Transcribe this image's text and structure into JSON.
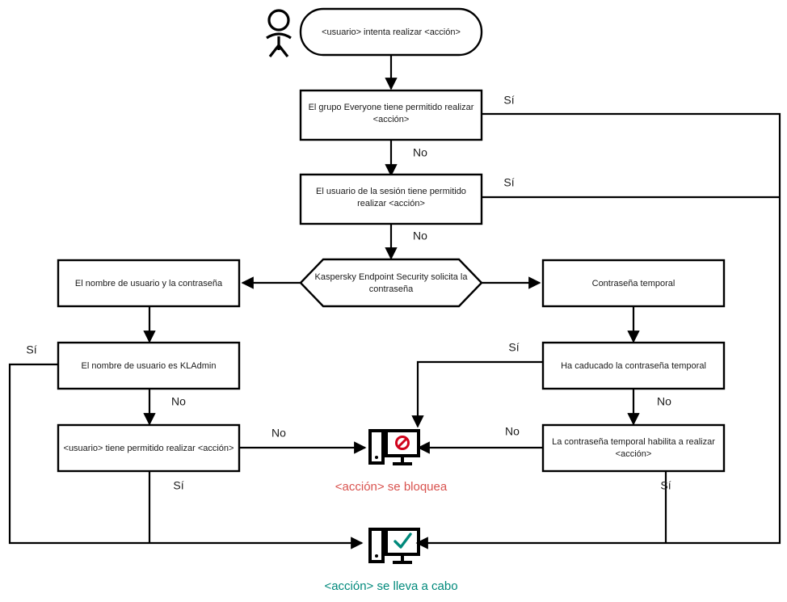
{
  "diagram": {
    "title": "Flujo de comprobacion de permisos y contrasena de Kaspersky Endpoint Security",
    "language": "es",
    "colors": {
      "stroke": "#000000",
      "text": "#1a1a1a",
      "blocked": "#d9534f",
      "allowed": "#00897b",
      "background": "#ffffff"
    },
    "actor": {
      "name": "usuario-actor",
      "shape": "person"
    },
    "nodes": [
      {
        "id": "start",
        "shape": "rounded",
        "lines": [
          "<usuario> intenta realizar <acción>"
        ]
      },
      {
        "id": "everyone",
        "shape": "rect",
        "lines": [
          "El grupo Everyone tiene permitido realizar",
          "<acción>"
        ]
      },
      {
        "id": "session-user",
        "shape": "rect",
        "lines": [
          "El usuario de la sesión tiene permitido",
          "realizar <acción>"
        ]
      },
      {
        "id": "kes-prompt",
        "shape": "hexagon",
        "lines": [
          "Kaspersky Endpoint Security solicita la",
          "contraseña"
        ]
      },
      {
        "id": "user-and-password",
        "shape": "rect",
        "lines": [
          "El nombre de usuario y la contraseña"
        ]
      },
      {
        "id": "temp-password",
        "shape": "rect",
        "lines": [
          "Contraseña temporal"
        ]
      },
      {
        "id": "is-kladmin",
        "shape": "rect",
        "lines": [
          "El nombre de usuario es KLAdmin"
        ]
      },
      {
        "id": "temp-expired",
        "shape": "rect",
        "lines": [
          "Ha caducado la contraseña temporal"
        ]
      },
      {
        "id": "user-allowed",
        "shape": "rect",
        "lines": [
          "<usuario> tiene permitido realizar <acción>"
        ]
      },
      {
        "id": "temp-enables",
        "shape": "rect",
        "lines": [
          "La contraseña temporal habilita a realizar",
          "<acción>"
        ]
      },
      {
        "id": "blocked",
        "shape": "icon",
        "icon": "computer-blocked-icon",
        "caption": "<acción> se bloquea",
        "caption_color": "blocked"
      },
      {
        "id": "allowed",
        "shape": "icon",
        "icon": "computer-allowed-icon",
        "caption": "<acción> se lleva a cabo",
        "caption_color": "allowed"
      }
    ],
    "edge_labels": {
      "everyone_yes": "Sí",
      "everyone_no": "No",
      "session_yes": "Sí",
      "session_no": "No",
      "kladmin_yes": "Sí",
      "kladmin_no": "No",
      "user_allowed_no": "No",
      "user_allowed_yes": "Sí",
      "temp_expired_yes": "Sí",
      "temp_expired_no": "No",
      "temp_enables_no": "No",
      "temp_enables_yes": "Sí"
    }
  }
}
